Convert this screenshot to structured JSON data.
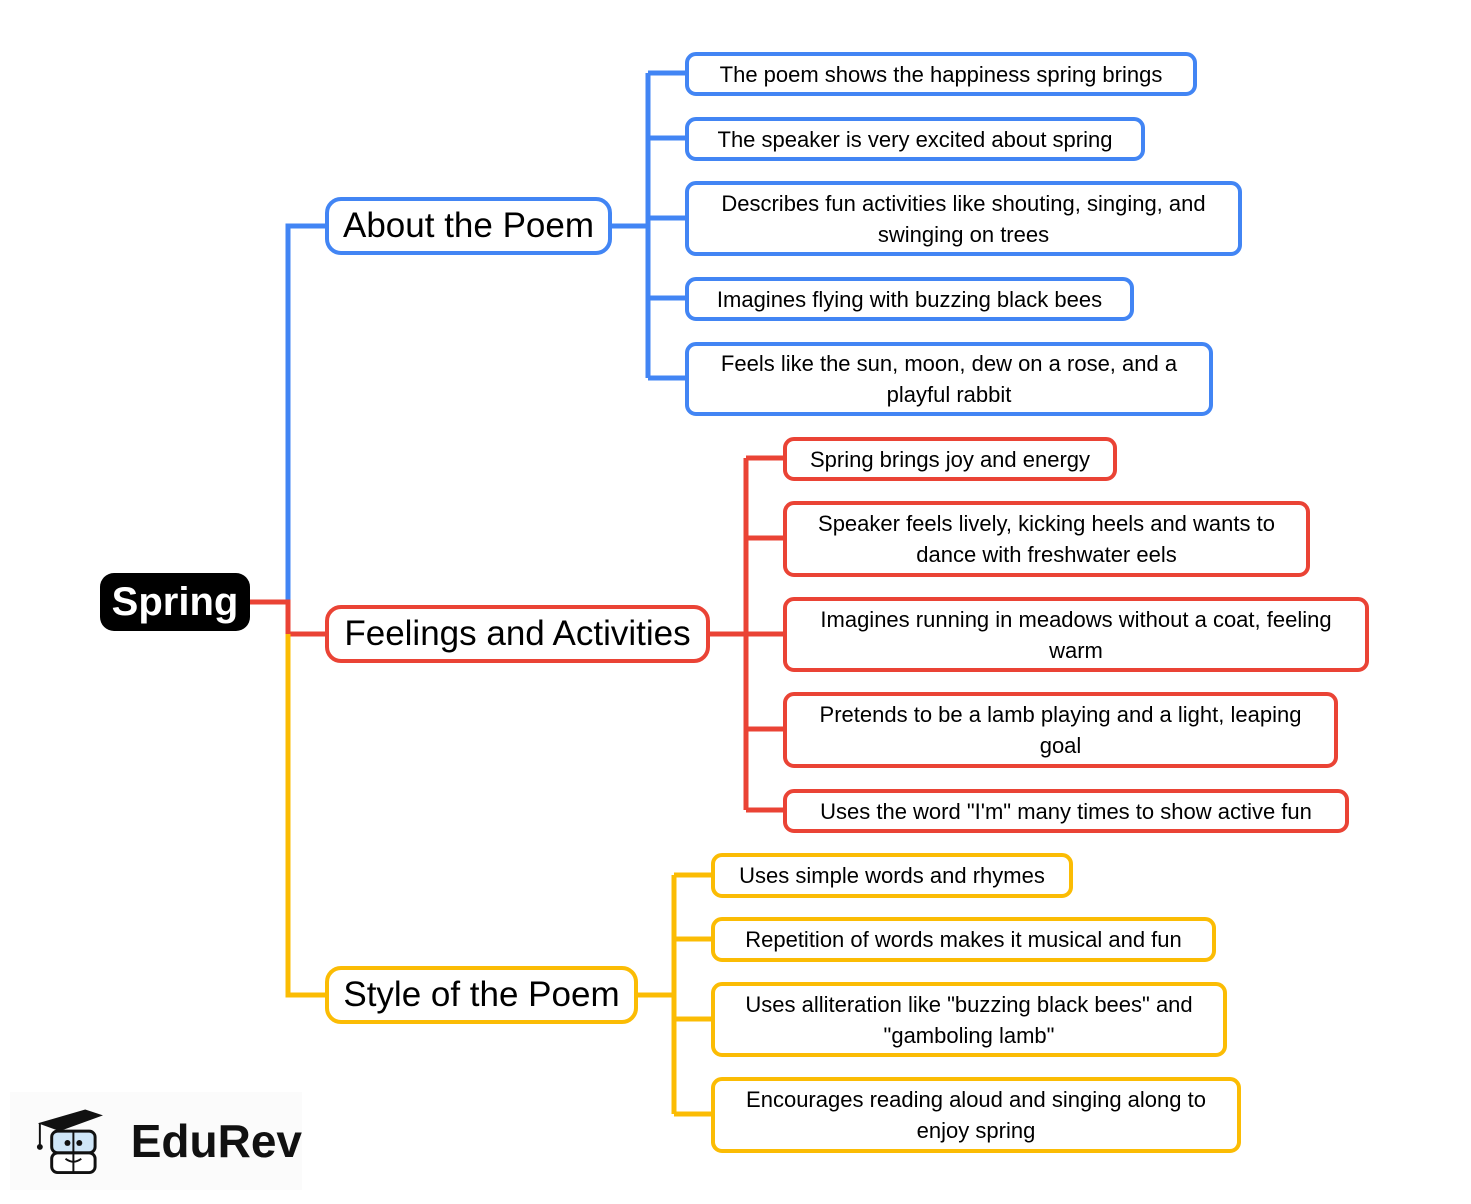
{
  "root": {
    "label": "Spring"
  },
  "colors": {
    "blue": "#4285f4",
    "red": "#ea4335",
    "yellow": "#fbbc04"
  },
  "branches": [
    {
      "label": "About the Poem",
      "children": [
        "The poem shows the happiness spring brings",
        "The speaker is very excited about spring",
        "Describes fun activities like shouting, singing, and swinging on trees",
        "Imagines flying with buzzing black bees",
        "Feels like the sun, moon, dew on a rose, and a playful rabbit"
      ]
    },
    {
      "label": "Feelings and Activities",
      "children": [
        "Spring brings joy and energy",
        "Speaker feels lively, kicking heels and wants to dance with freshwater eels",
        "Imagines running in meadows without a coat, feeling warm",
        "Pretends to be a lamb playing and a light, leaping goal",
        "Uses the word \"I'm\" many times to show active fun"
      ]
    },
    {
      "label": "Style of the Poem",
      "children": [
        "Uses simple words and rhymes",
        "Repetition of words makes it musical and fun",
        "Uses alliteration like \"buzzing black bees\" and \"gamboling lamb\"",
        "Encourages reading aloud and singing along to enjoy spring"
      ]
    }
  ],
  "logo": {
    "text": "EduRev"
  }
}
